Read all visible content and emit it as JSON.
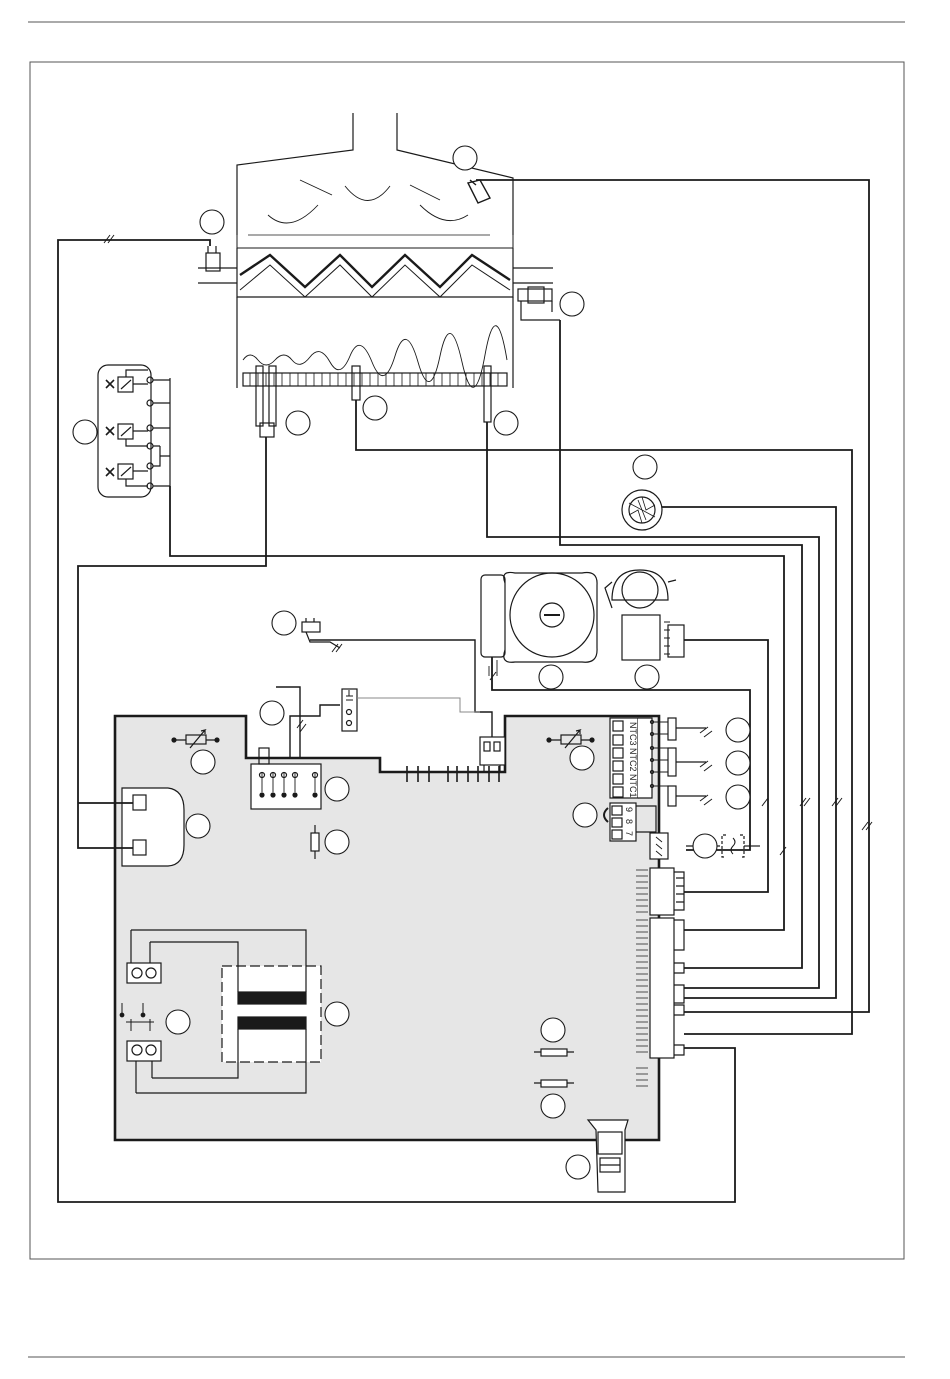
{
  "colors": {
    "line": "#1a1a1a",
    "board": "#e6e6e6",
    "frame": "#555555",
    "light": "#777777"
  },
  "terminal_labels": {
    "ntc3": "NTC3",
    "ntc2": "NTC2",
    "ntc1": "NTC1",
    "pin9": "9",
    "pin8": "8",
    "pin7": "7"
  },
  "icons": [
    "gas-valve-icon",
    "fan-icon",
    "pump-icon",
    "potentiometer-icon",
    "fuse-icon",
    "transformer-icon",
    "electrode-icon",
    "thermostat-icon"
  ]
}
